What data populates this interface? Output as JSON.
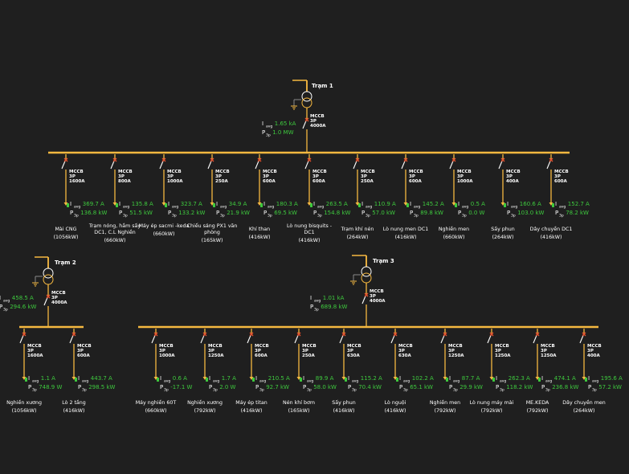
{
  "colors": {
    "background": "#1f1f1f",
    "busbar": "#f5b840",
    "wire": "#f5b840",
    "breaker": "#e8502c",
    "value": "#3ec93e",
    "label": "#ffffff",
    "ground": "#8a8a8a"
  },
  "stations": [
    {
      "name": "Trạm 1",
      "iavg": "1.65 kA",
      "p3p": "1.0 MW",
      "main_breaker": {
        "type": "MCCB",
        "poles": "3P",
        "rating": "4000A"
      },
      "feeders": [
        {
          "breaker": {
            "type": "MCCB",
            "poles": "3P",
            "rating": "1600A"
          },
          "iavg": "369.7 A",
          "p3p": "136.8 kW",
          "name": "Mài CNG",
          "power": "(1056kW)"
        },
        {
          "breaker": {
            "type": "MCCB",
            "poles": "3P",
            "rating": "800A"
          },
          "iavg": "135.8 A",
          "p3p": "51.5 kW",
          "name": "Trạm nóng, hầm sấy DC1, C.L Nghiền",
          "power": "(660kW)"
        },
        {
          "breaker": {
            "type": "MCCB",
            "poles": "3P",
            "rating": "1000A"
          },
          "iavg": "323.7 A",
          "p3p": "133.2 kW",
          "name": "Máy ép sacmi -keda",
          "power": "(660kW)"
        },
        {
          "breaker": {
            "type": "MCCB",
            "poles": "3P",
            "rating": "250A"
          },
          "iavg": "34.9 A",
          "p3p": "21.9 kW",
          "name": "Chiếu sáng PX1 văn phòng",
          "power": "(165kW)"
        },
        {
          "breaker": {
            "type": "MCCB",
            "poles": "3P",
            "rating": "600A"
          },
          "iavg": "180.3 A",
          "p3p": "69.5 kW",
          "name": "Khí than",
          "power": "(416kW)"
        },
        {
          "breaker": {
            "type": "MCCB",
            "poles": "3P",
            "rating": "600A"
          },
          "iavg": "263.5 A",
          "p3p": "154.8 kW",
          "name": "Lò nung bisquits - DC1",
          "power": "(416kW)"
        },
        {
          "breaker": {
            "type": "MCCB",
            "poles": "3P",
            "rating": "250A"
          },
          "iavg": "110.9 A",
          "p3p": "57.0 kW",
          "name": "Trạm khí nén",
          "power": "(264kW)"
        },
        {
          "breaker": {
            "type": "MCCB",
            "poles": "3P",
            "rating": "600A"
          },
          "iavg": "145.2 A",
          "p3p": "89.8 kW",
          "name": "Lò nung men DC1",
          "power": "(416kW)"
        },
        {
          "breaker": {
            "type": "MCCB",
            "poles": "3P",
            "rating": "1000A"
          },
          "iavg": "0.5 A",
          "p3p": "0.0 W",
          "name": "Nghiền men",
          "power": "(660kW)"
        },
        {
          "breaker": {
            "type": "MCCB",
            "poles": "3P",
            "rating": "400A"
          },
          "iavg": "160.6 A",
          "p3p": "103.0 kW",
          "name": "Sấy phun",
          "power": "(264kW)"
        },
        {
          "breaker": {
            "type": "MCCB",
            "poles": "3P",
            "rating": "600A"
          },
          "iavg": "152.7 A",
          "p3p": "78.2 kW",
          "name": "Dây chuyền DC1",
          "power": "(416kW)"
        }
      ]
    },
    {
      "name": "Trạm 2",
      "iavg": "458.5 A",
      "p3p": "294.6 kW",
      "main_breaker": {
        "type": "MCCB",
        "poles": "3P",
        "rating": "4000A"
      },
      "feeders": [
        {
          "breaker": {
            "type": "MCCB",
            "poles": "3P",
            "rating": "1600A"
          },
          "iavg": "1.1 A",
          "p3p": "748.9 W",
          "name": "Nghiền xương",
          "power": "(1056kW)"
        },
        {
          "breaker": {
            "type": "MCCB",
            "poles": "3P",
            "rating": "600A"
          },
          "iavg": "443.7 A",
          "p3p": "298.5 kW",
          "name": "Lò 2 tầng",
          "power": "(416kW)"
        }
      ]
    },
    {
      "name": "Trạm 3",
      "iavg": "1.01 kA",
      "p3p": "689.8 kW",
      "main_breaker": {
        "type": "MCCB",
        "poles": "3P",
        "rating": "4000A"
      },
      "feeders": [
        {
          "breaker": {
            "type": "MCCB",
            "poles": "3P",
            "rating": "1000A"
          },
          "iavg": "0.6 A",
          "p3p": "-17.1 W",
          "name": "Máy nghiền 60T",
          "power": "(660kW)"
        },
        {
          "breaker": {
            "type": "MCCB",
            "poles": "3P",
            "rating": "1250A"
          },
          "iavg": "1.7 A",
          "p3p": "2.0 W",
          "name": "Nghiền xương",
          "power": "(792kW)"
        },
        {
          "breaker": {
            "type": "MCCB",
            "poles": "3P",
            "rating": "600A"
          },
          "iavg": "210.5 A",
          "p3p": "92.7 kW",
          "name": "Máy ép titan",
          "power": "(416kW)"
        },
        {
          "breaker": {
            "type": "MCCB",
            "poles": "3P",
            "rating": "250A"
          },
          "iavg": "89.9 A",
          "p3p": "58.0 kW",
          "name": "Nén khí bơm",
          "power": "(165kW)"
        },
        {
          "breaker": {
            "type": "MCCB",
            "poles": "3P",
            "rating": "630A"
          },
          "iavg": "115.2 A",
          "p3p": "70.4 kW",
          "name": "Sấy phun",
          "power": "(416kW)"
        },
        {
          "breaker": {
            "type": "MCCB",
            "poles": "3P",
            "rating": "630A"
          },
          "iavg": "102.2 A",
          "p3p": "65.1 kW",
          "name": "Lò nguội",
          "power": "(416kW)"
        },
        {
          "breaker": {
            "type": "MCCB",
            "poles": "3P",
            "rating": "1250A"
          },
          "iavg": "87.7 A",
          "p3p": "29.9 kW",
          "name": "Nghiền men",
          "power": "(792kW)"
        },
        {
          "breaker": {
            "type": "MCCB",
            "poles": "3P",
            "rating": "1250A"
          },
          "iavg": "262.3 A",
          "p3p": "118.2 kW",
          "name": "Lò nung máy mài",
          "power": "(792kW)"
        },
        {
          "breaker": {
            "type": "MCCB",
            "poles": "3P",
            "rating": "1250A"
          },
          "iavg": "474.1 A",
          "p3p": "236.8 kW",
          "name": "ME.KEDA",
          "power": "(792kW)"
        },
        {
          "breaker": {
            "type": "MCCB",
            "poles": "3P",
            "rating": "400A"
          },
          "iavg": "195.6 A",
          "p3p": "57.2 kW",
          "name": "Dây chuyền men",
          "power": "(264kW)"
        }
      ]
    }
  ],
  "symbols": {
    "current": "I",
    "current_sub": "avg",
    "power": "P",
    "power_sub": "3p"
  }
}
